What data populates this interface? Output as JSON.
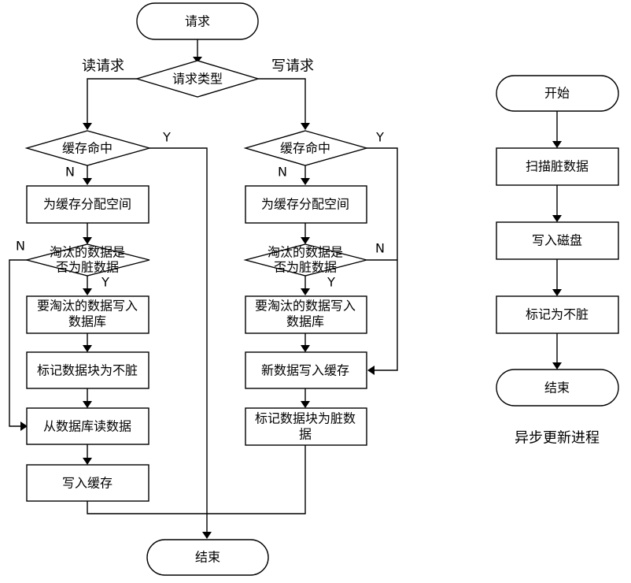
{
  "main": {
    "start": "请求",
    "decision_type": "请求类型",
    "branch_read": "读请求",
    "branch_write": "写请求",
    "end": "结束",
    "read": {
      "cache_hit": "缓存命中",
      "cache_hit_yes": "Y",
      "cache_hit_no": "N",
      "alloc": "为缓存分配空间",
      "evict_dirty_line1": "淘汰的数据是",
      "evict_dirty_line2": "否为脏数据",
      "evict_yes": "Y",
      "evict_no": "N",
      "write_db_line1": "要淘汰的数据写入",
      "write_db_line2": "数据库",
      "mark_clean": "标记数据块为不脏",
      "read_db": "从数据库读数据",
      "write_cache": "写入缓存"
    },
    "write": {
      "cache_hit": "缓存命中",
      "cache_hit_yes": "Y",
      "cache_hit_no": "N",
      "alloc": "为缓存分配空间",
      "evict_dirty_line1": "淘汰的数据是",
      "evict_dirty_line2": "否为脏数据",
      "evict_yes": "Y",
      "evict_no": "N",
      "write_db_line1": "要淘汰的数据写入",
      "write_db_line2": "数据库",
      "write_new": "新数据写入缓存",
      "mark_dirty_line1": "标记数据块为脏数",
      "mark_dirty_line2": "据"
    }
  },
  "async": {
    "start": "开始",
    "scan": "扫描脏数据",
    "write_disk": "写入磁盘",
    "mark_clean": "标记为不脏",
    "end": "结束",
    "caption": "异步更新进程"
  }
}
